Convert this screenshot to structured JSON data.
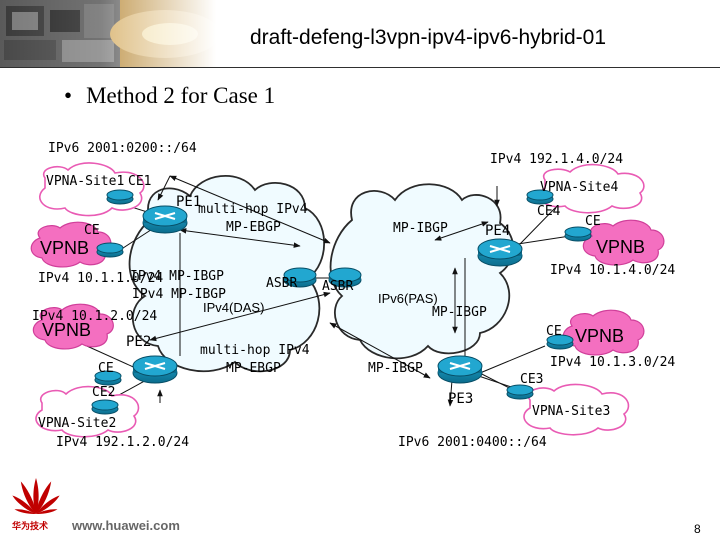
{
  "header": {
    "title": "draft-defeng-l3vpn-ipv4-ipv6-hybrid-01",
    "rule_color": "#2f2f2f"
  },
  "bullet": {
    "symbol": "•",
    "text": "Method 2 for Case 1"
  },
  "diagram": {
    "clouds": {
      "left_label": "IPv4(DAS)",
      "right_label": "IPv6(PAS)",
      "cloud_color": "#f0fbff",
      "cloud_outline": "#2a2a2a"
    },
    "nodes": {
      "pe1": "PE1",
      "pe2": "PE2",
      "pe3": "PE3",
      "pe4": "PE4",
      "asbr_left": "ASBR",
      "asbr_right": "ASBR",
      "ce_top_left": "CE",
      "ce_mid_left": "CE",
      "ce_pe4": "CE",
      "ce_pe3": "CE",
      "ce1": "CE1",
      "ce2": "CE2",
      "ce3": "CE3",
      "ce4": "CE4",
      "router_color": "#0b6d8d"
    },
    "sites": {
      "site1": "VPNA-Site1",
      "site2": "VPNA-Site2",
      "site3": "VPNA-Site3",
      "site4": "VPNA-Site4",
      "vpnb": "VPNB",
      "site_fill": "#ffffff",
      "site_outline": "#e95bb4",
      "vpnb_fill": "#f46fc0"
    },
    "prefixes": {
      "p_site1": "IPv6   2001:0200::/64",
      "p_site4": "IPv4   192.1.4.0/24",
      "p_vpnb_left": "IPv4   10.1.1.0/24",
      "p_vpnb_mid": "IPv4 10.1.2.0/24",
      "p_vpnb_right_top": "IPv4   10.1.4.0/24",
      "p_vpnb_right_bot": "IPv4   10.1.3.0/24",
      "p_site2": "IPv4   192.1.2.0/24",
      "p_site3": "IPv6   2001:0400::/64"
    },
    "sessions": {
      "mh_top_1": "multi-hop IPv4",
      "mh_top_2": "MP-EBGP",
      "mh_bot_1": "multi-hop IPv4",
      "mh_bot_2": "MP-EBGP",
      "ibgp_left_1": "IPv4 MP-IBGP",
      "ibgp_left_2": "IPv4 MP-IBGP",
      "ibgp_pe4": "MP-IBGP",
      "ibgp_right": "MP-IBGP",
      "ibgp_pe3": "MP-IBGP"
    }
  },
  "footer": {
    "brand_cn": "华为技术",
    "url": "www.huawei.com",
    "brand_color": "#c00000",
    "page": "8"
  }
}
